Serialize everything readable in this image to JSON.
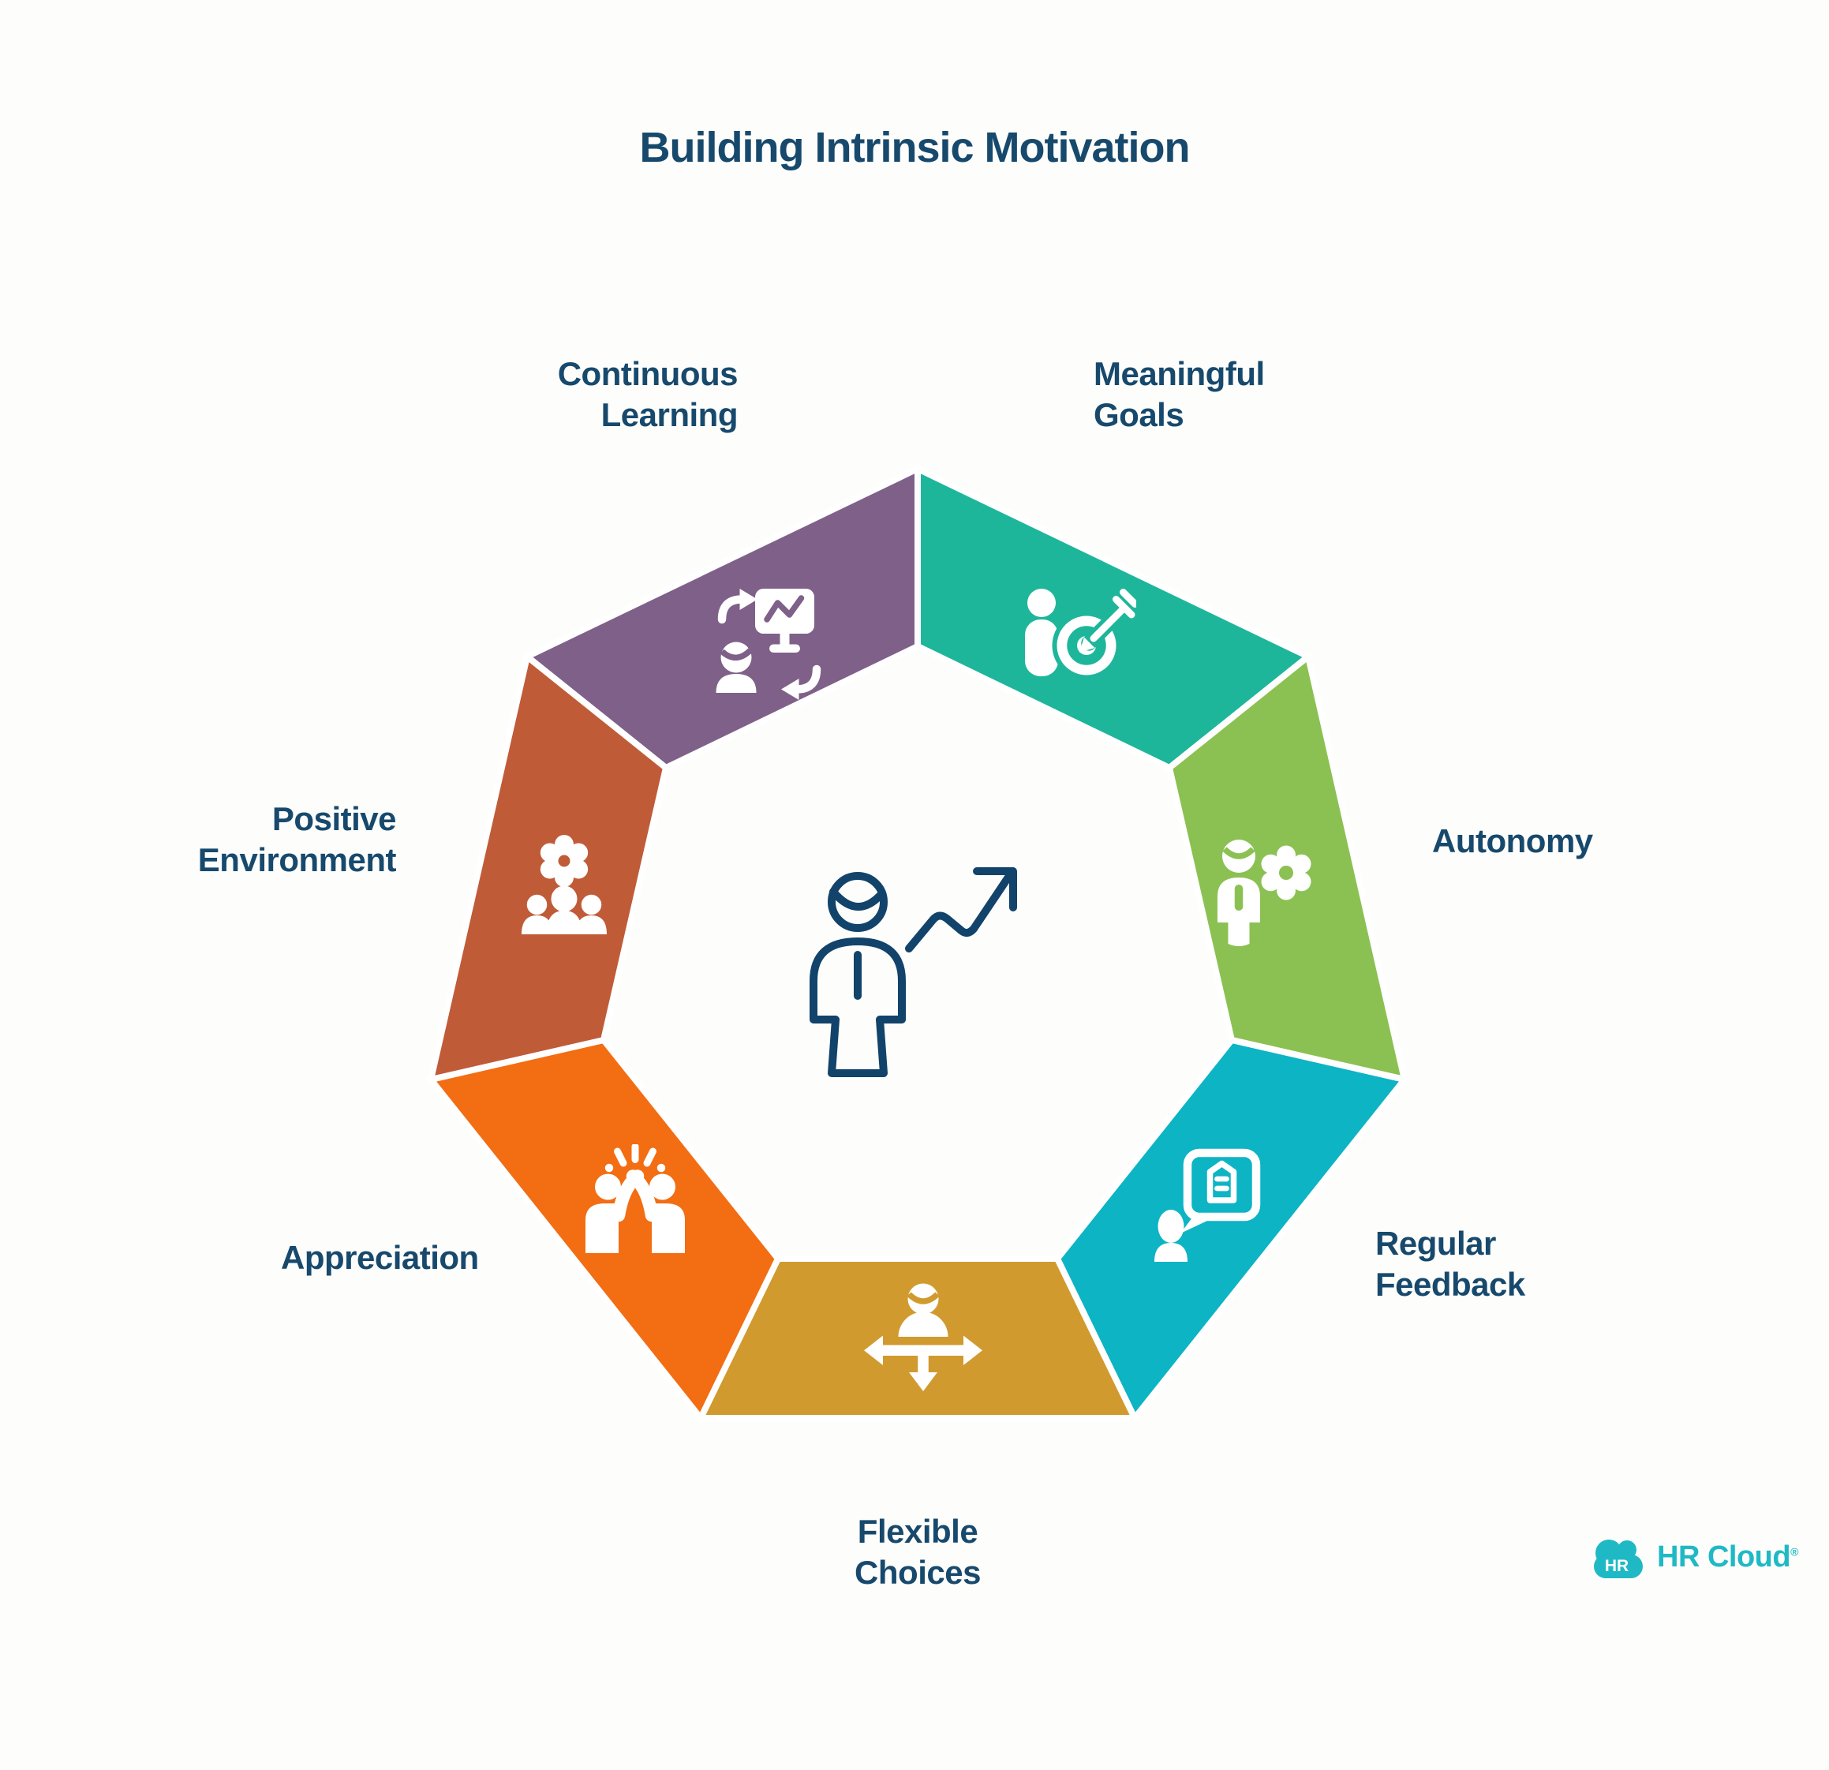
{
  "title": "Building Intrinsic Motivation",
  "colors": {
    "text": "#17496d",
    "background": "#fdfdfb",
    "seam": "#ffffff",
    "center_icon_stroke": "#12436a"
  },
  "center": {
    "icon": "person-growth-icon"
  },
  "segments": [
    {
      "id": "continuous-learning",
      "label_lines": [
        "Continuous",
        "Learning"
      ],
      "color": "#7f6089",
      "icon": "person-screen-sync-icon"
    },
    {
      "id": "meaningful-goals",
      "label_lines": [
        "Meaningful",
        "Goals"
      ],
      "color": "#1eb69b",
      "icon": "person-target-icon"
    },
    {
      "id": "autonomy",
      "label_lines": [
        "Autonomy"
      ],
      "color": "#8bc152",
      "icon": "person-gear-icon"
    },
    {
      "id": "regular-feedback",
      "label_lines": [
        "Regular",
        "Feedback"
      ],
      "color": "#0cb4c4",
      "icon": "person-speech-bubble-icon"
    },
    {
      "id": "flexible-choices",
      "label_lines": [
        "Flexible",
        "Choices"
      ],
      "color": "#d19a2e",
      "icon": "person-directions-icon"
    },
    {
      "id": "appreciation",
      "label_lines": [
        "Appreciation"
      ],
      "color": "#f36d13",
      "icon": "high-five-icon"
    },
    {
      "id": "positive-environment",
      "label_lines": [
        "Positive",
        "Environment"
      ],
      "color": "#c05b38",
      "icon": "flower-team-icon"
    }
  ],
  "logo": {
    "badge": "HR",
    "text": "HR Cloud",
    "registered": "®",
    "color": "#1fb9c6"
  }
}
